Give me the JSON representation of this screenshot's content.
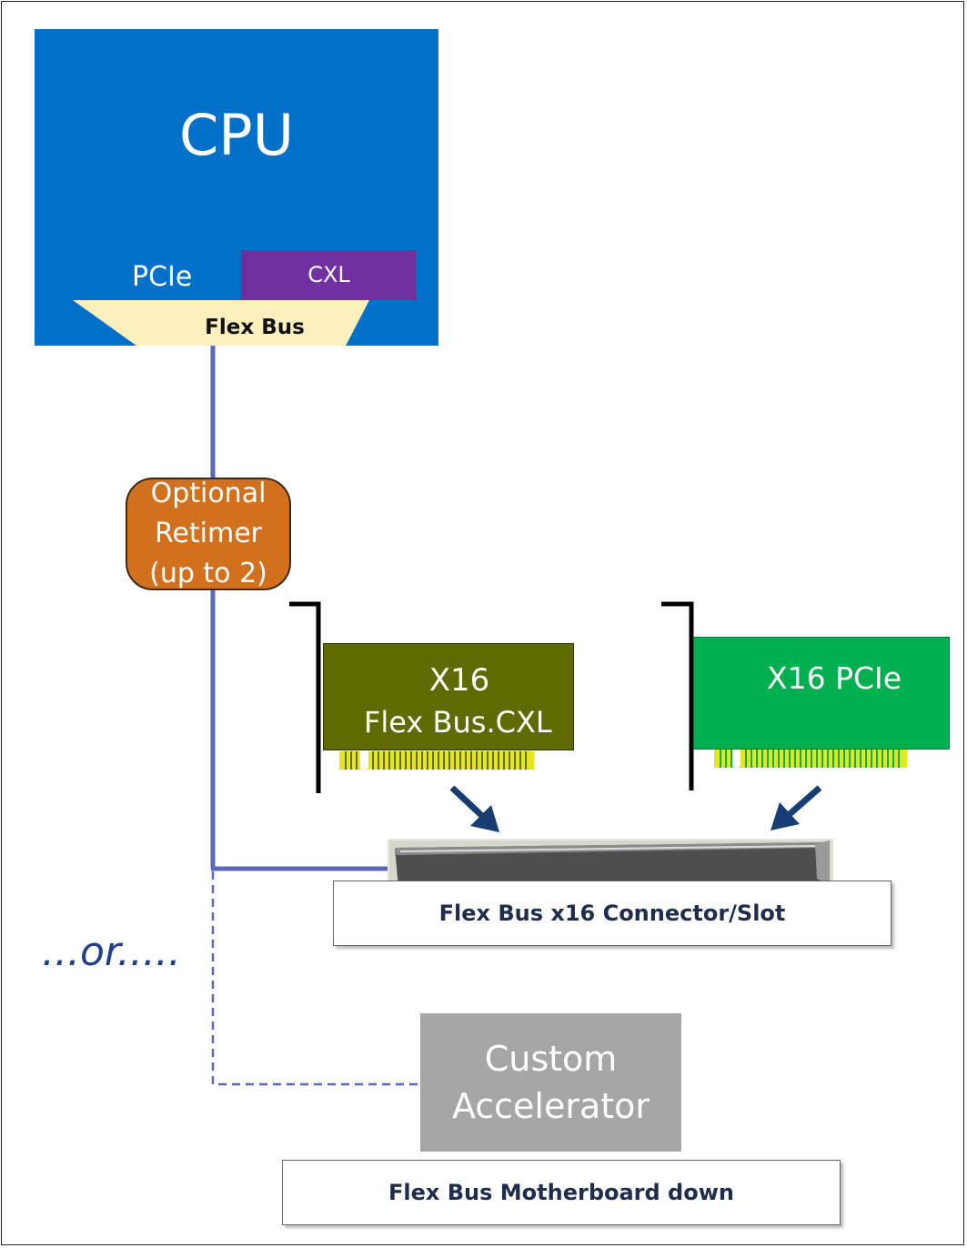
{
  "cpu": {
    "title": "CPU",
    "pcie_label": "PCIe",
    "cxl_label": "CXL",
    "flexbus_label": "Flex Bus"
  },
  "retimer": {
    "lines": [
      "Optional",
      "Retimer",
      "(up to 2)"
    ]
  },
  "cards": {
    "cxl_card": {
      "line1": "X16",
      "line2": "Flex Bus.CXL"
    },
    "pcie_card": {
      "line1": "X16 PCIe"
    }
  },
  "slot": {
    "label": "Flex Bus x16 Connector/Slot"
  },
  "or_text": "...or.....",
  "accelerator": {
    "lines": [
      "Custom",
      "Accelerator"
    ]
  },
  "motherboard": {
    "label": "Flex Bus Motherboard down"
  },
  "colors": {
    "cpu": "#0070c8",
    "cxl": "#7030a0",
    "flexbus": "#fdf0bd",
    "retimer": "#d3701e",
    "cxl_card": "#5f6b00",
    "pcie_card": "#00b050",
    "gold_fingers": "#e6e61e",
    "bus_line": "#5a68b8",
    "arrow": "#163e72",
    "accelerator": "#a6a6a6"
  }
}
